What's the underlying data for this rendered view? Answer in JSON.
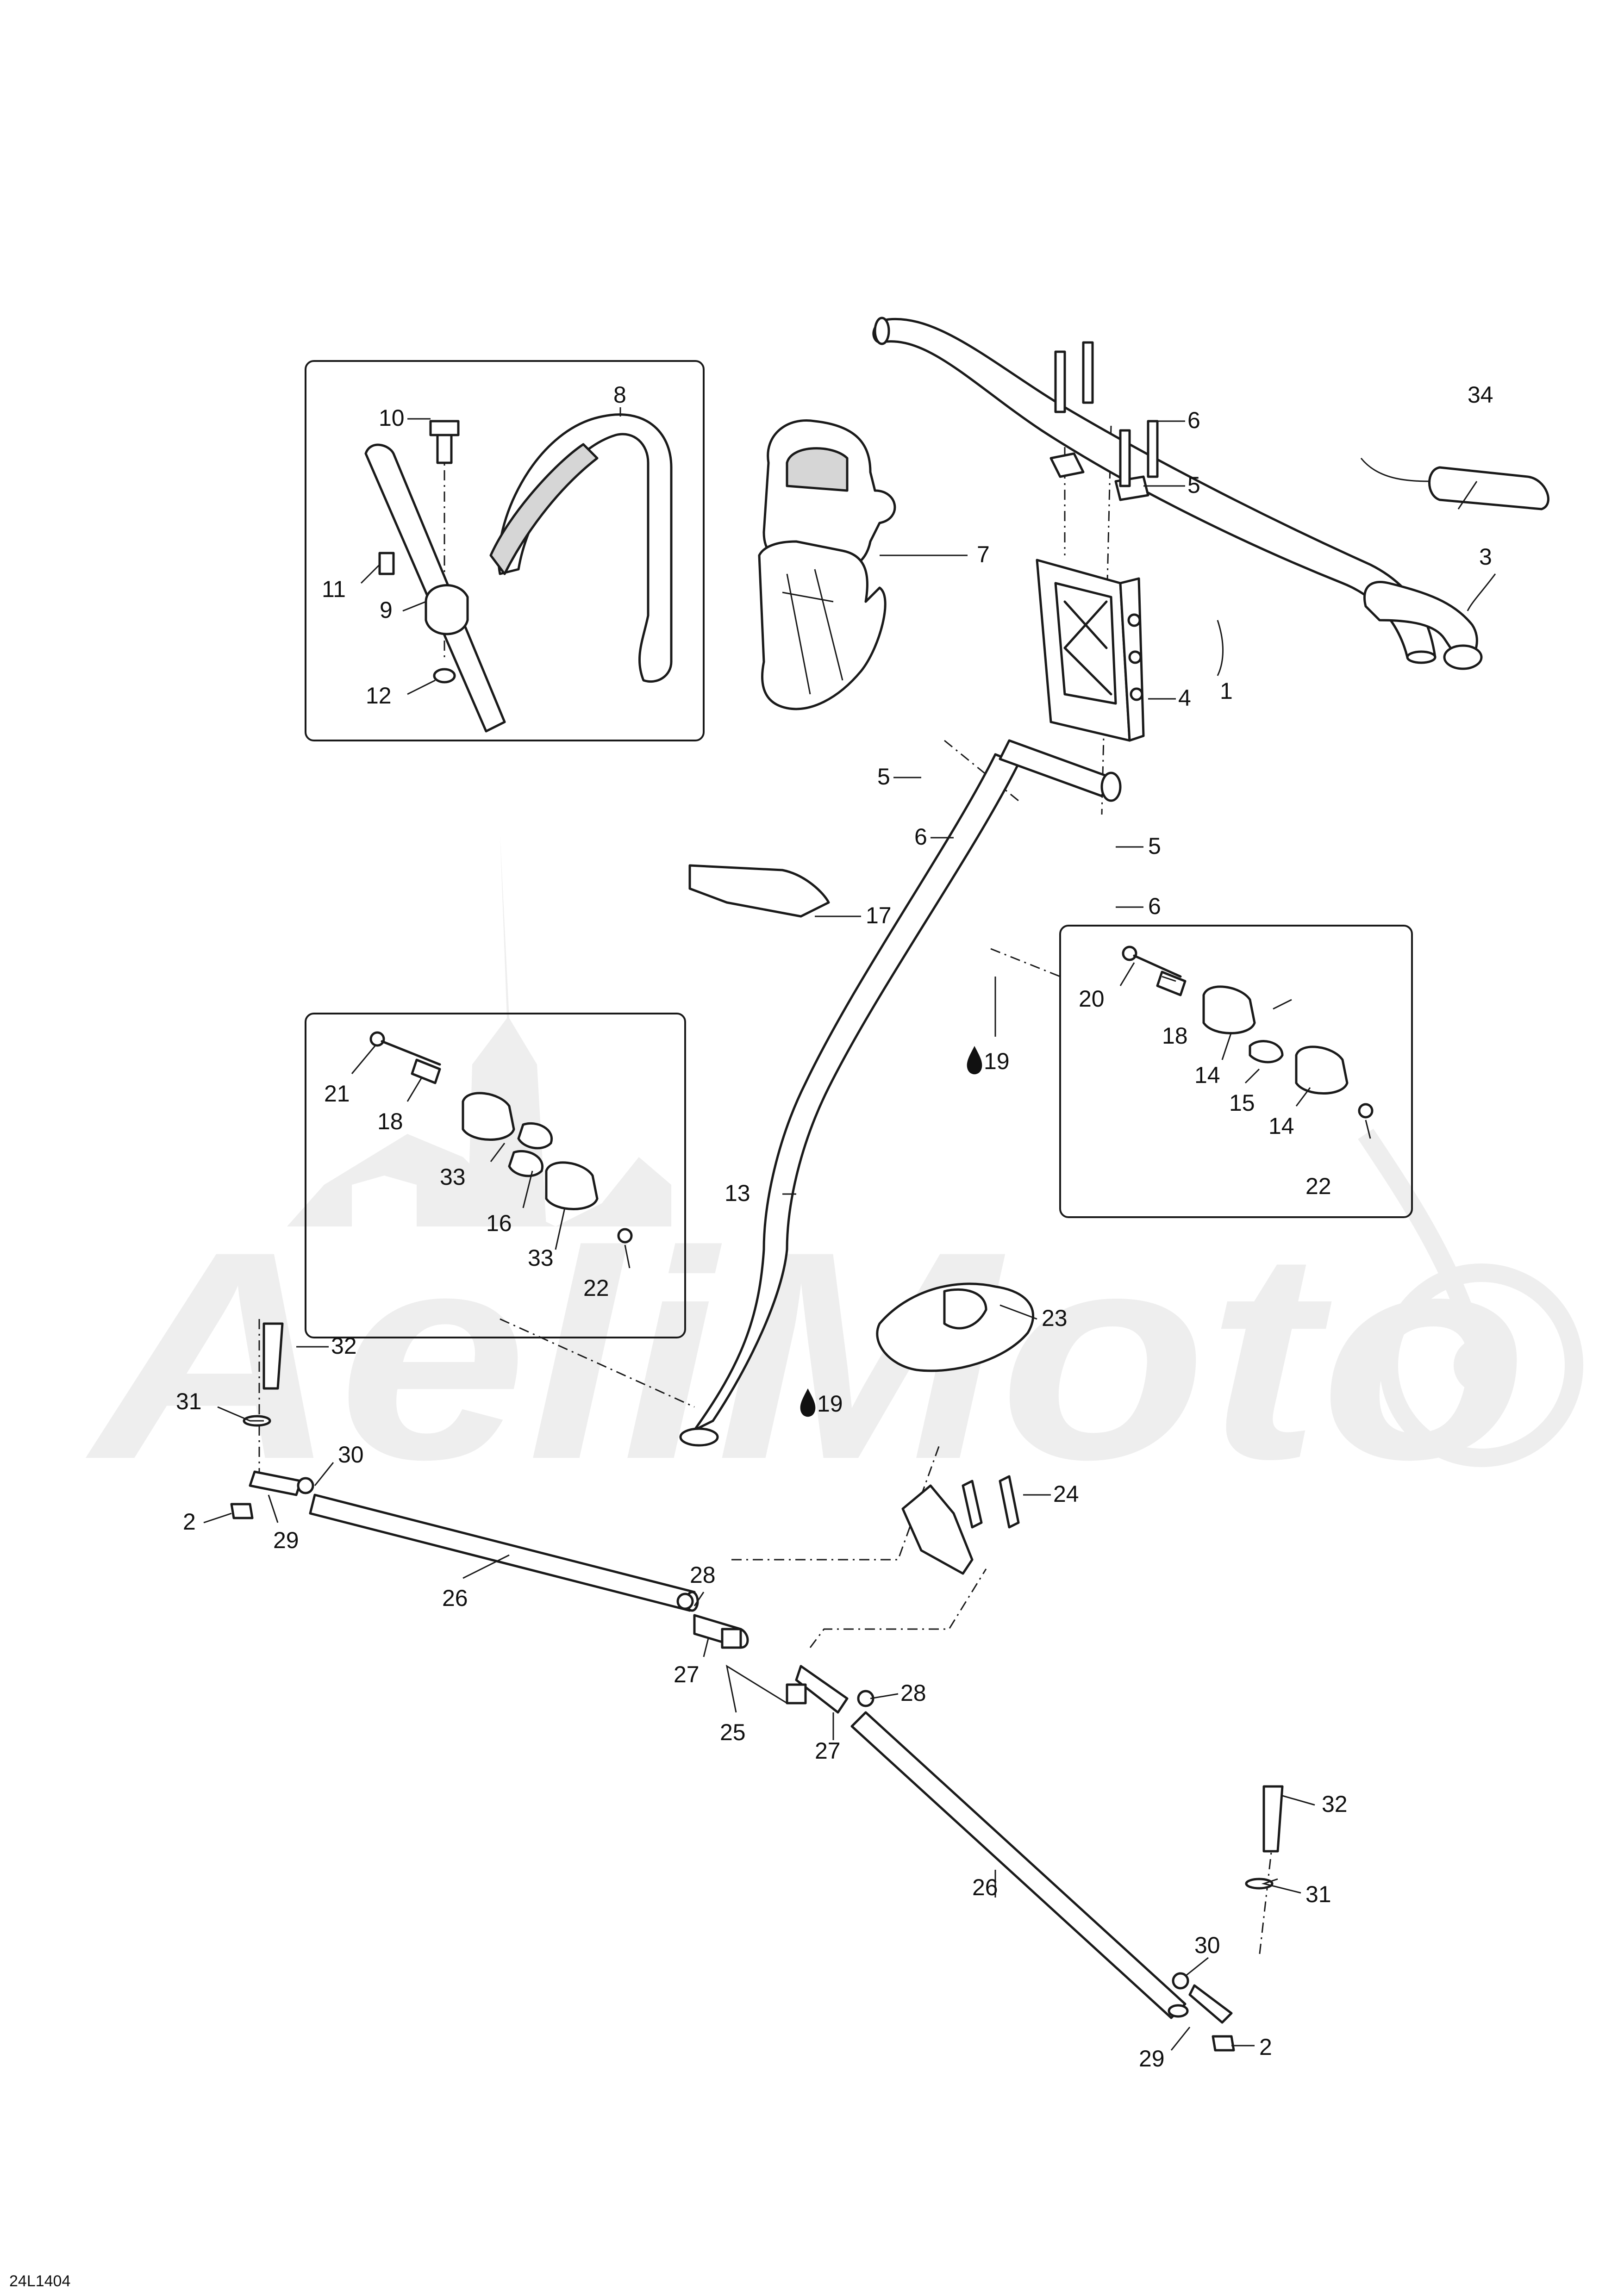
{
  "diagram_code": "24L1404",
  "watermark_text": "AeliMoto",
  "callouts": [
    "1",
    "2",
    "2",
    "3",
    "4",
    "5",
    "5",
    "5",
    "6",
    "6",
    "6",
    "7",
    "8",
    "9",
    "10",
    "11",
    "12",
    "13",
    "14",
    "14",
    "15",
    "16",
    "17",
    "18",
    "18",
    "19",
    "19",
    "20",
    "21",
    "22",
    "22",
    "23",
    "24",
    "25",
    "26",
    "26",
    "27",
    "27",
    "28",
    "28",
    "29",
    "29",
    "30",
    "30",
    "31",
    "31",
    "32",
    "32",
    "33",
    "33",
    "34"
  ],
  "colors": {
    "line": "#1a1a1a",
    "watermark": "#eeeeee",
    "shade": "#d6d6d6"
  }
}
